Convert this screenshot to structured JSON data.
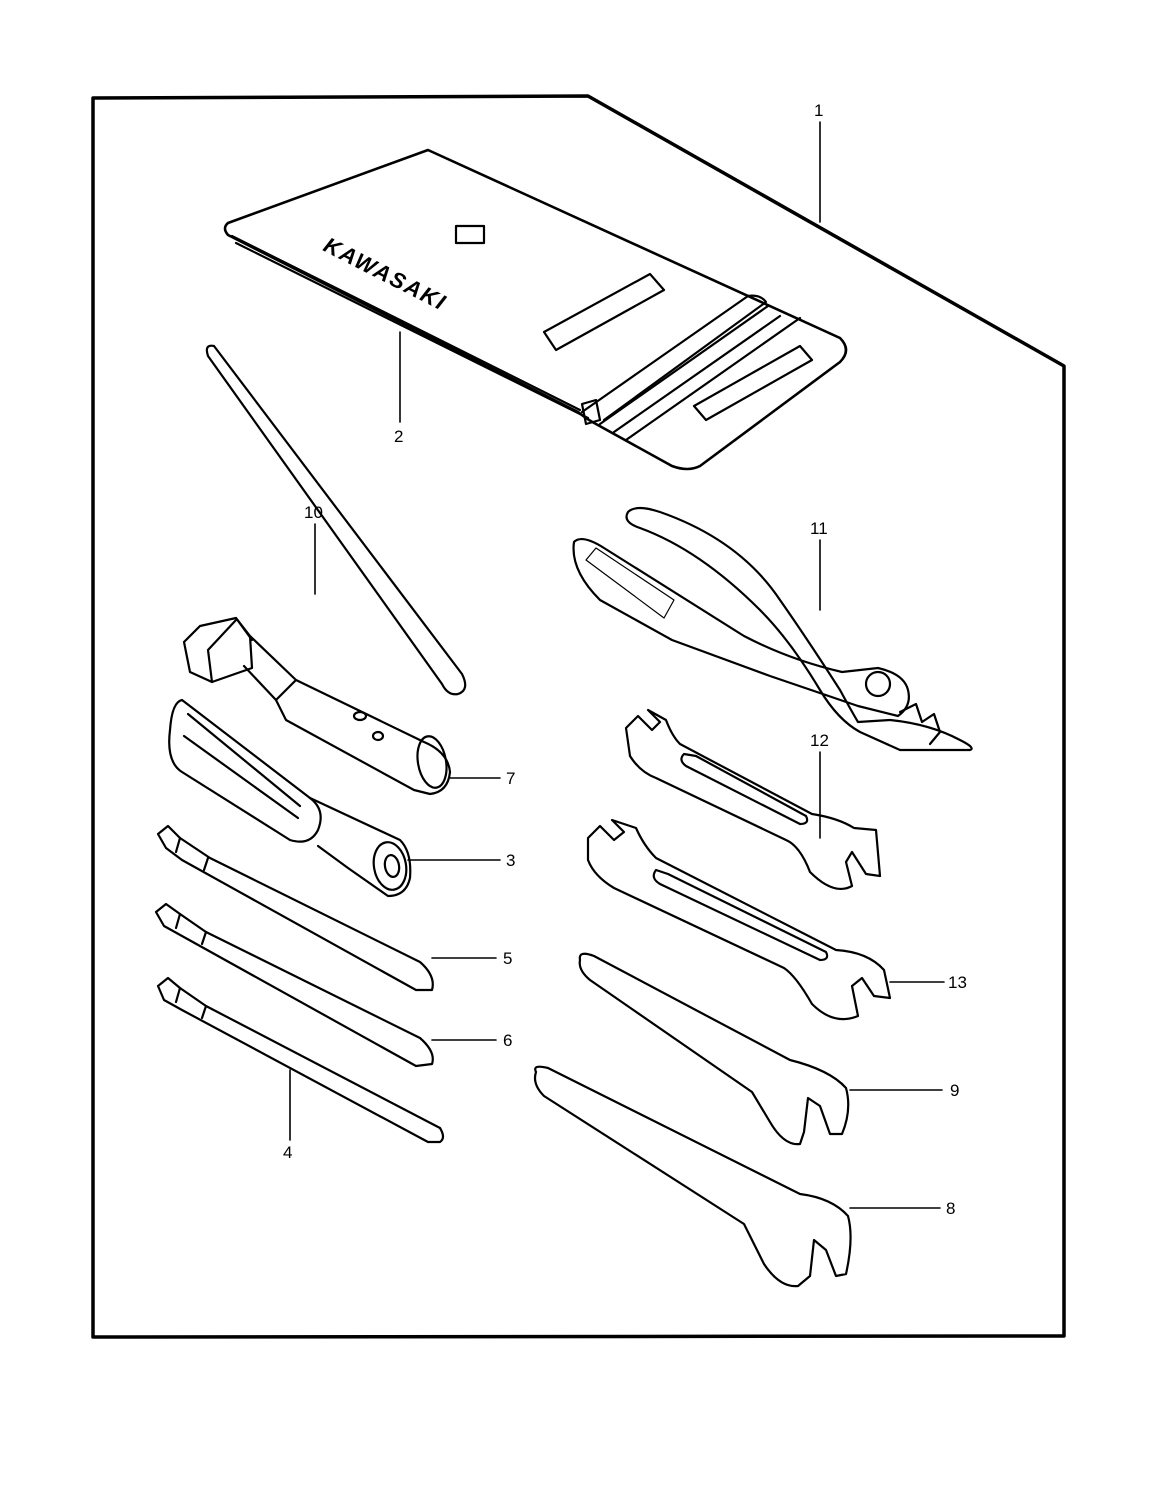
{
  "diagram": {
    "pouch_brand_text": "KAWASAKI",
    "line_color": "#000000",
    "background_color": "#ffffff",
    "callouts": [
      {
        "id": "c1",
        "text": "1"
      },
      {
        "id": "c2",
        "text": "2"
      },
      {
        "id": "c3",
        "text": "3"
      },
      {
        "id": "c4",
        "text": "4"
      },
      {
        "id": "c5",
        "text": "5"
      },
      {
        "id": "c6",
        "text": "6"
      },
      {
        "id": "c7",
        "text": "7"
      },
      {
        "id": "c8",
        "text": "8"
      },
      {
        "id": "c9",
        "text": "9"
      },
      {
        "id": "c10",
        "text": "10"
      },
      {
        "id": "c11",
        "text": "11"
      },
      {
        "id": "c12",
        "text": "12"
      },
      {
        "id": "c13",
        "text": "13"
      }
    ]
  }
}
